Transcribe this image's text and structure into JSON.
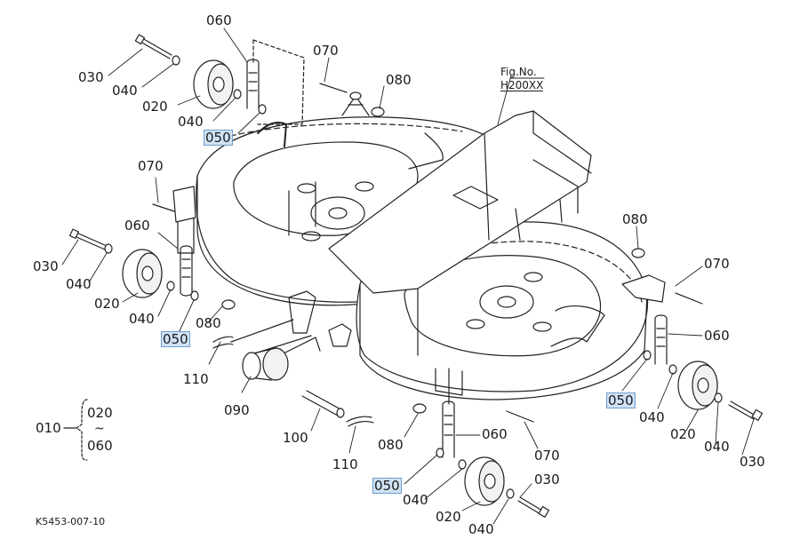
{
  "figure": {
    "fig_label": "Fig.No.",
    "fig_number": "H200XX",
    "doc_code": "K5453-007-10"
  },
  "assembly": {
    "parent": "010",
    "range_from": "020",
    "range_to": "060",
    "range_symbol": "~"
  },
  "callouts": {
    "c060_top": "060",
    "c070_top": "070",
    "c080_top": "080",
    "c030_tl": "030",
    "c040_tl_a": "040",
    "c020_tl": "020",
    "c040_tl_b": "040",
    "c050_tl": "050",
    "c070_left": "070",
    "c060_left": "060",
    "c030_left": "030",
    "c040_left_a": "040",
    "c020_left": "020",
    "c040_left_b": "040",
    "c080_left": "080",
    "c050_left": "050",
    "c110_left": "110",
    "c090": "090",
    "c100": "100",
    "c110_bottom": "110",
    "c080_right": "080",
    "c070_right": "070",
    "c060_right": "060",
    "c050_right": "050",
    "c040_right_a": "040",
    "c020_right": "020",
    "c040_right_b": "040",
    "c030_right": "030",
    "c080_bottom": "080",
    "c060_bottom": "060",
    "c070_bottom": "070",
    "c050_bottom": "050",
    "c040_bottom_a": "040",
    "c020_bottom": "020",
    "c030_bottom": "030",
    "c040_bottom_b": "040"
  },
  "colors": {
    "line": "#222222",
    "highlight_fill": "#cfe3f5",
    "highlight_border": "#6f9fcc",
    "part_fill": "#f2f2f2"
  }
}
